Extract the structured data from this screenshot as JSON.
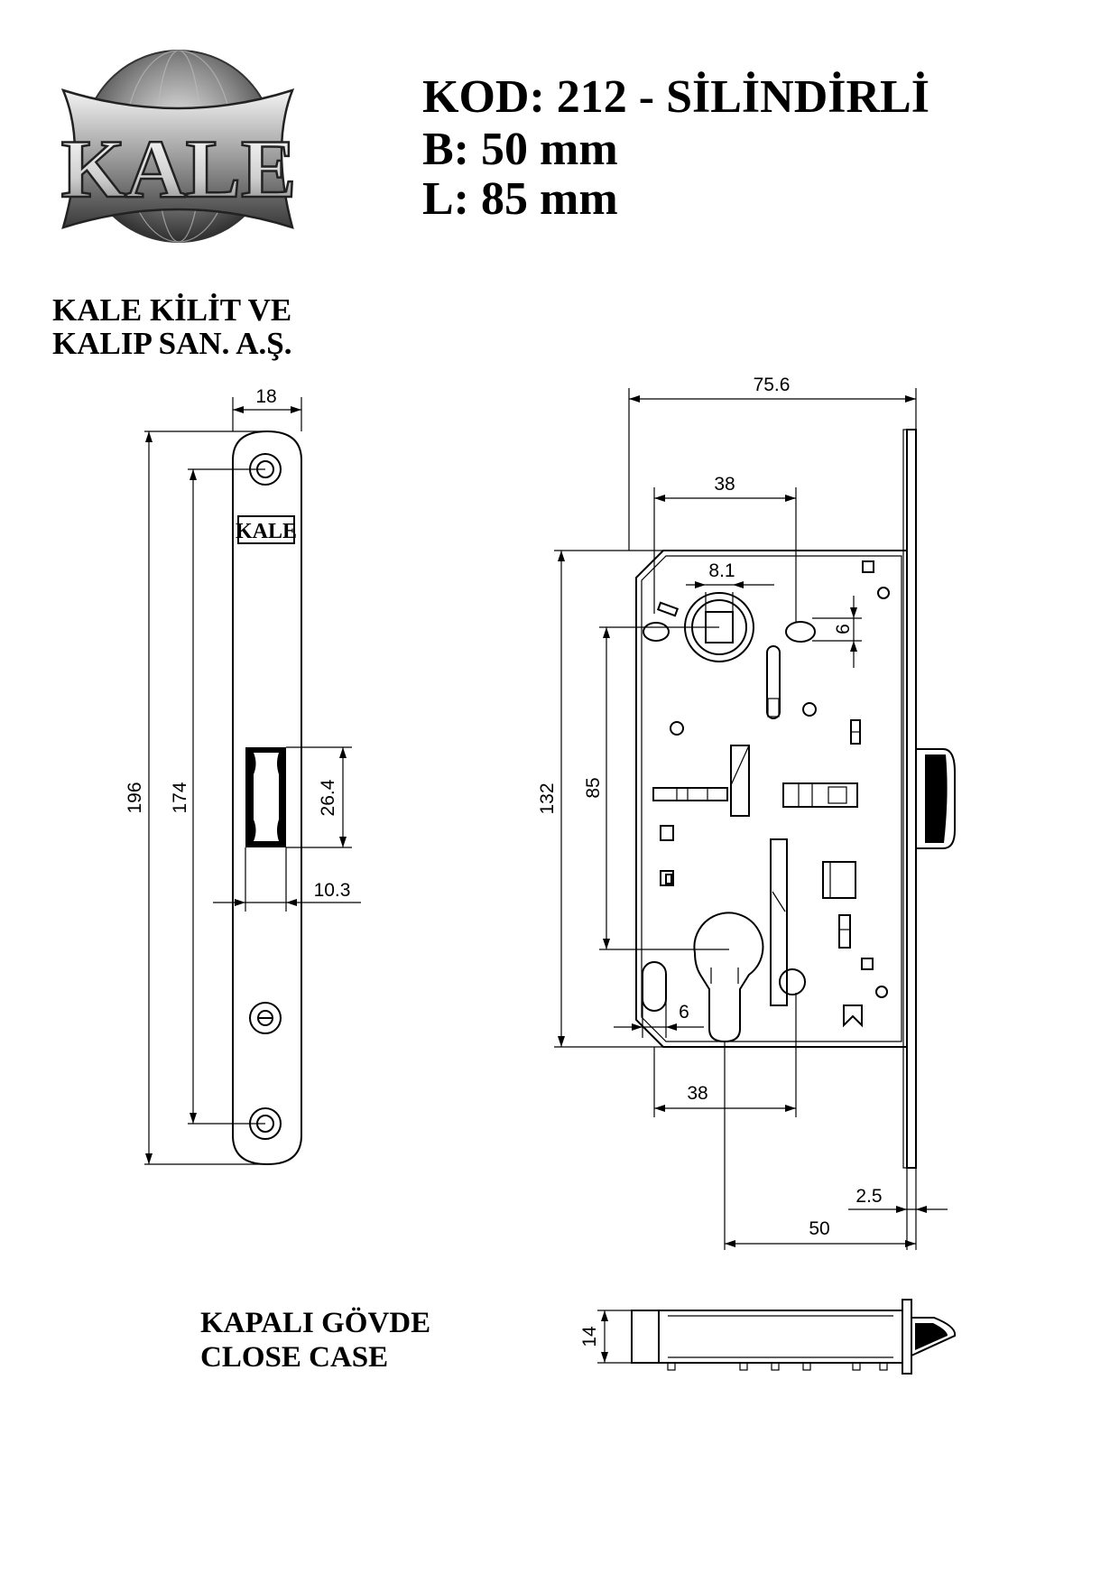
{
  "header": {
    "code_title": "KOD: 212 - SİLİNDİRLİ",
    "b_spec": "B: 50 mm",
    "l_spec": "L: 85 mm"
  },
  "brand": {
    "logo_text": "KALE",
    "company_line1": "KALE KİLİT VE",
    "company_line2": "KALIP SAN. A.Ş."
  },
  "case_label": {
    "line1": "KAPALI GÖVDE",
    "line2": "CLOSE CASE"
  },
  "front_plate": {
    "dim_width": "18",
    "dim_total_height": "196",
    "dim_hole_spacing": "174",
    "dim_latch_height": "26.4",
    "dim_latch_offset": "10.3",
    "logo_text": "KALE"
  },
  "lock_body": {
    "dim_overall_width": "75.6",
    "dim_top_38": "38",
    "dim_spindle": "8.1",
    "dim_slot_6_top": "6",
    "dim_height_132": "132",
    "dim_center_85": "85",
    "dim_slot_6_bottom": "6",
    "dim_bottom_38": "38",
    "dim_faceplate_2_5": "2.5",
    "dim_backset_50": "50"
  },
  "side_view": {
    "dim_thickness": "14"
  }
}
